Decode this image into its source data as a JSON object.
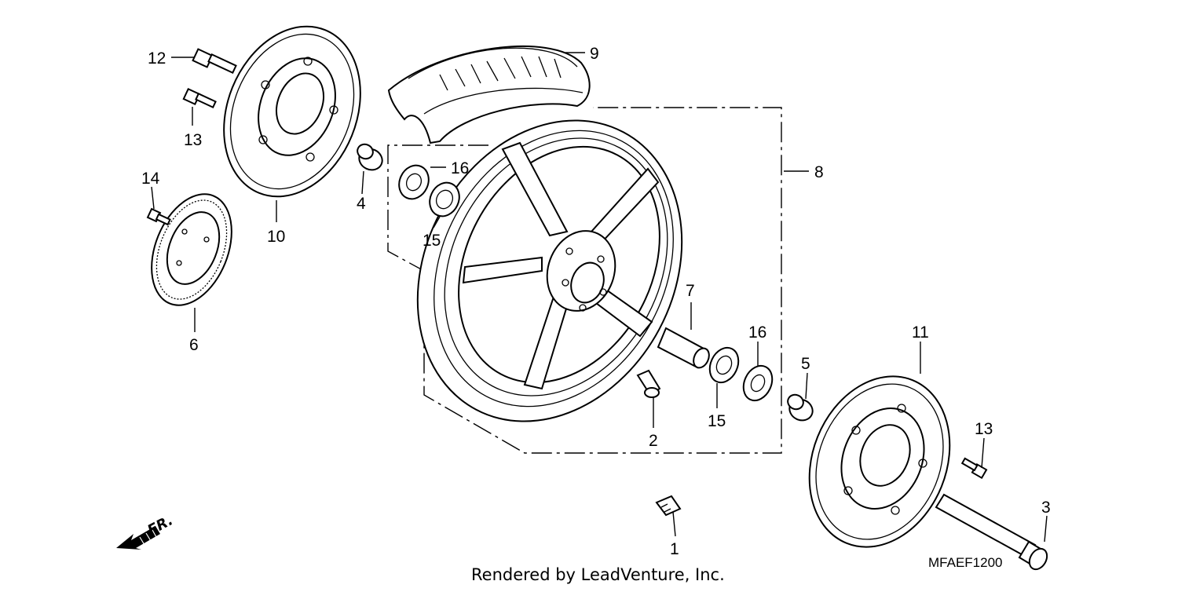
{
  "diagram": {
    "callouts": [
      "1",
      "2",
      "3",
      "4",
      "5",
      "6",
      "7",
      "8",
      "9",
      "10",
      "11",
      "12",
      "13",
      "13",
      "14",
      "15",
      "15",
      "16",
      "16"
    ],
    "diagram_code": "MFAEF1200",
    "credit": "Rendered by LeadVenture, Inc.",
    "direction_label": "FR."
  }
}
